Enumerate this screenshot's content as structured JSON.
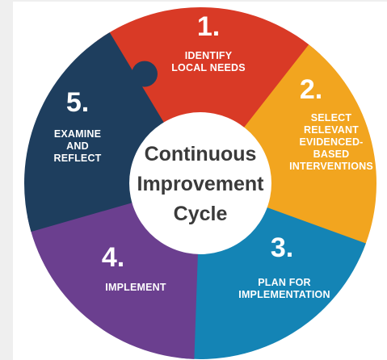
{
  "diagram": {
    "center_lines": [
      "Continuous",
      "Improvement",
      "Cycle"
    ],
    "steps": [
      {
        "number": "1.",
        "label_lines": [
          "IDENTIFY",
          "LOCAL NEEDS"
        ],
        "color": "#d93a26"
      },
      {
        "number": "2.",
        "label_lines": [
          "SELECT",
          "RELEVANT",
          "EVIDENCED-",
          "BASED",
          "INTERVENTIONS"
        ],
        "color": "#f2a51f"
      },
      {
        "number": "3.",
        "label_lines": [
          "PLAN FOR",
          "IMPLEMENTATION"
        ],
        "color": "#1484b5"
      },
      {
        "number": "4.",
        "label_lines": [
          "IMPLEMENT"
        ],
        "color": "#6b3f8f"
      },
      {
        "number": "5.",
        "label_lines": [
          "EXAMINE",
          "AND",
          "REFLECT"
        ],
        "color": "#1e3e5e"
      }
    ]
  }
}
